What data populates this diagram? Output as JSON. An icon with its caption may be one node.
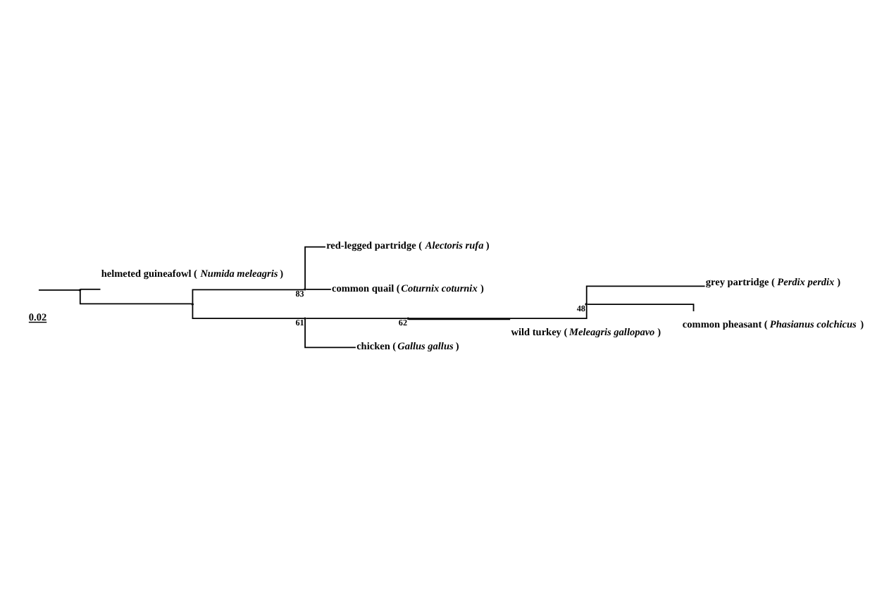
{
  "diagram": {
    "nodes": [
      {
        "text": [],
        "shape": "point"
      },
      {
        "text": [
          "helmeted guineafowl (*Numida meleagris*)"
        ]
      },
      {
        "text": [],
        "shape": "point"
      },
      {
        "text": [],
        "shape": "point",
        "beside": [
          "83"
        ]
      },
      {
        "text": [
          "red-legged partridge (*Alectoris rufa*)"
        ]
      },
      {
        "text": [
          "common quail (*Coturnix coturnix*)"
        ]
      },
      {
        "text": [],
        "shape": "point",
        "beside": [
          "61"
        ]
      },
      {
        "text": [],
        "shape": "point",
        "beside": [
          "62"
        ]
      },
      {
        "text": [],
        "shape": "point",
        "beside": [
          "48"
        ]
      },
      {
        "text": [
          "grey partridge (*Perdix perdix*)"
        ]
      },
      {
        "text": [
          "common pheasant (*Phasianus colchicus*)"
        ]
      },
      {
        "text": [
          "wild turkey (*Meleagris gallopavo*)"
        ]
      },
      {
        "text": [
          "chicken (*Gallus gallus*)"
        ]
      }
    ],
    "edges": [
      {
        "from": null,
        "to": 0,
        "arrow": "none"
      },
      {
        "from": 0,
        "to": 1,
        "arrow": "none"
      },
      {
        "from": 0,
        "to": 2,
        "arrow": "none"
      },
      {
        "from": 2,
        "to": 3,
        "arrow": "none"
      },
      {
        "from": 3,
        "to": 4,
        "arrow": "none"
      },
      {
        "from": 3,
        "to": 5,
        "arrow": "none"
      },
      {
        "from": 2,
        "to": 6,
        "arrow": "none"
      },
      {
        "from": 6,
        "to": 7,
        "arrow": "none"
      },
      {
        "from": 7,
        "to": 8,
        "arrow": "none"
      },
      {
        "from": 8,
        "to": 9,
        "arrow": "none"
      },
      {
        "from": 8,
        "to": 10,
        "arrow": "none"
      },
      {
        "from": 7,
        "to": 11,
        "arrow": "none"
      },
      {
        "from": 6,
        "to": 12,
        "arrow": "none"
      }
    ],
    "labels": [
      "0.02"
    ]
  }
}
